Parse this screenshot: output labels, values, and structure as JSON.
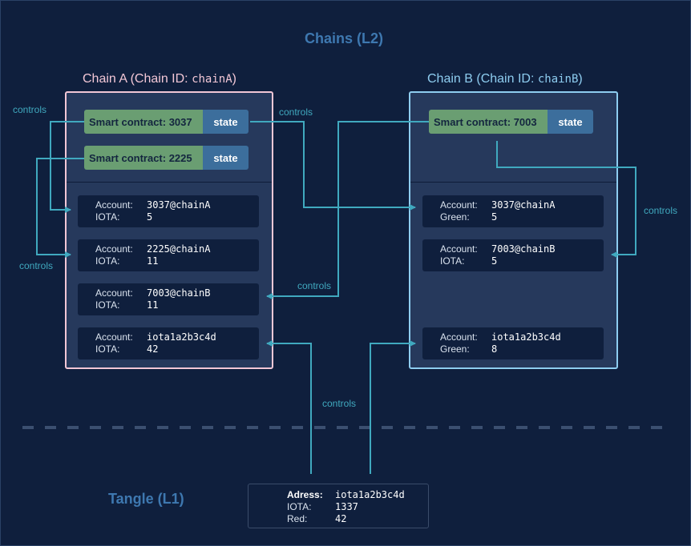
{
  "chains_title": "Chains (L2)",
  "tangle_title": "Tangle (L1)",
  "chain_a": {
    "title_prefix": "Chain A (Chain ID: ",
    "chain_id": "chainA",
    "title_suffix": ")",
    "border_color": "#f2c7d6",
    "smart_contracts": [
      {
        "label": "Smart contract: 3037",
        "state": "state"
      },
      {
        "label": "Smart contract: 2225",
        "state": "state"
      }
    ],
    "accounts": [
      {
        "key1": "Account:",
        "val1": "3037@chainA",
        "key2": "IOTA:",
        "val2": "5"
      },
      {
        "key1": "Account:",
        "val1": "2225@chainA",
        "key2": "IOTA:",
        "val2": "11"
      },
      {
        "key1": "Account:",
        "val1": "7003@chainB",
        "key2": "IOTA:",
        "val2": "11"
      },
      {
        "key1": "Account:",
        "val1": "iota1a2b3c4d",
        "key2": "IOTA:",
        "val2": "42"
      }
    ]
  },
  "chain_b": {
    "title_prefix": "Chain B (Chain ID: ",
    "chain_id": "chainB",
    "title_suffix": ")",
    "border_color": "#8ecdf0",
    "smart_contracts": [
      {
        "label": "Smart contract: 7003",
        "state": "state"
      }
    ],
    "accounts": [
      {
        "key1": "Account:",
        "val1": "3037@chainA",
        "key2": "Green:",
        "val2": "5"
      },
      {
        "key1": "Account:",
        "val1": "7003@chainB",
        "key2": "IOTA:",
        "val2": "5"
      },
      {
        "key1": "Account:",
        "val1": "iota1a2b3c4d",
        "key2": "Green:",
        "val2": "8"
      }
    ]
  },
  "tangle_address": {
    "address_label": "Adress:",
    "address_value": "iota1a2b3c4d",
    "iota_label": "IOTA:",
    "iota_value": "1337",
    "red_label": "Red:",
    "red_value": "42"
  },
  "arrow_label": "controls",
  "colors": {
    "background": "#0f1f3d",
    "arrow": "#40a9bf",
    "section_title": "#3e78b0",
    "contract": "#6a9e72",
    "state": "#3c6e9c"
  }
}
